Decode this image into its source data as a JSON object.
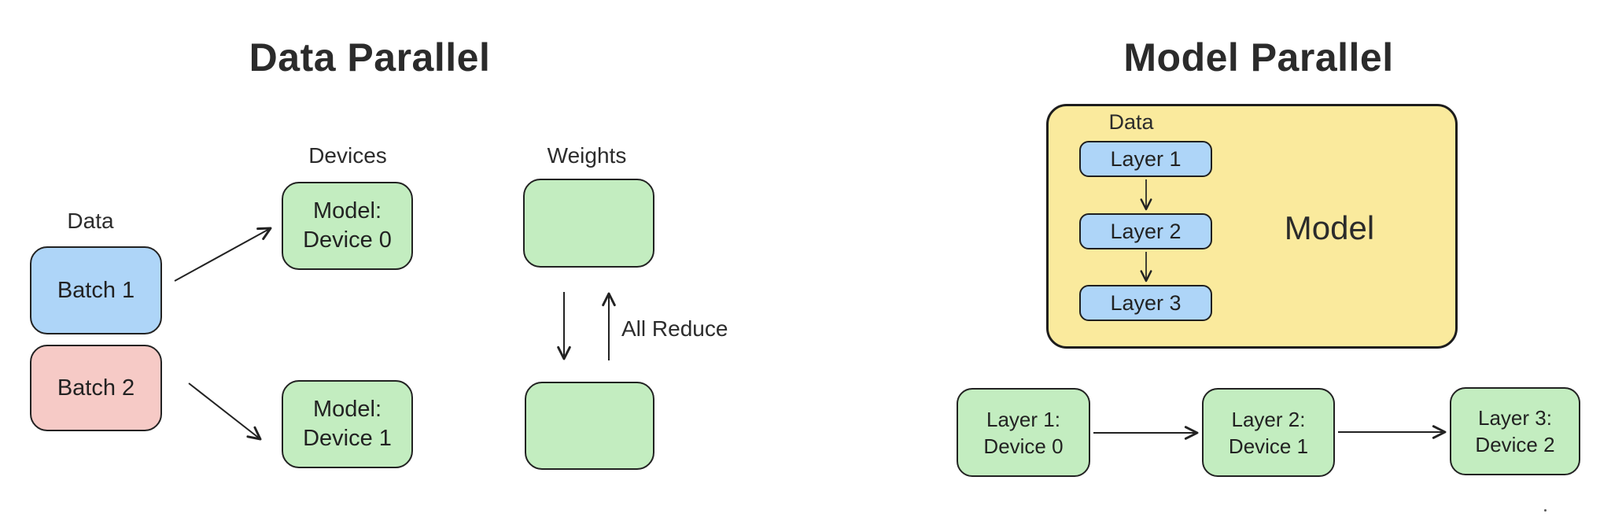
{
  "left": {
    "title": "Data Parallel",
    "data_label": "Data",
    "devices_label": "Devices",
    "weights_label": "Weights",
    "all_reduce_label": "All Reduce",
    "batches": [
      {
        "label": "Batch 1",
        "color": "#aed5f8"
      },
      {
        "label": "Batch 2",
        "color": "#f6cac6"
      }
    ],
    "devices": [
      {
        "line1": "Model:",
        "line2": "Device 0"
      },
      {
        "line1": "Model:",
        "line2": "Device 1"
      }
    ],
    "weights_boxes": [
      {
        "label": ""
      },
      {
        "label": ""
      }
    ]
  },
  "right": {
    "title": "Model Parallel",
    "model_container": {
      "data_label": "Data",
      "model_label": "Model",
      "layers": [
        {
          "label": "Layer 1"
        },
        {
          "label": "Layer 2"
        },
        {
          "label": "Layer 3"
        }
      ]
    },
    "pipeline": [
      {
        "line1": "Layer 1:",
        "line2": "Device 0"
      },
      {
        "line1": "Layer 2:",
        "line2": "Device 1"
      },
      {
        "line1": "Layer 3:",
        "line2": "Device 2"
      }
    ]
  },
  "colors": {
    "background": "#ffffff",
    "blue_fill": "#aed5f8",
    "pink_fill": "#f6cac6",
    "green_fill": "#c3edc0",
    "yellow_fill": "#faea9d",
    "border": "#222222",
    "text": "#242424"
  }
}
